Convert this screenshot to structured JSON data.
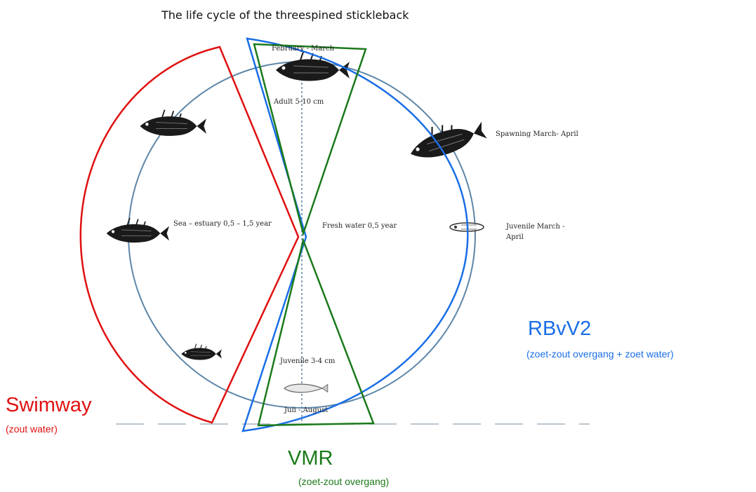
{
  "title": "The life cycle of the threespined stickleback",
  "stages": {
    "top": "February - March",
    "adult": "Adult 5-10 cm",
    "spawning": "Spawning March- April",
    "juvenile_right_1": "Juvenile March -",
    "juvenile_right_2": "April",
    "sea": "Sea – estuary 0,5 – 1,5 year",
    "fresh": "Fresh water 0,5 year",
    "juvenile_bottom": "Juvenile 3-4 cm",
    "bottom": "Juli - August"
  },
  "regions": {
    "swimway": {
      "label": "Swimway",
      "sub": "(zout water)",
      "color": "#e01010"
    },
    "rbvv2": {
      "label": "RBvV2",
      "sub": "(zoet-zout overgang + zoet water)",
      "color": "#1a6ee6"
    },
    "vmr": {
      "label": "VMR",
      "sub": "(zoet-zout overgang)",
      "color": "#1a7a1a"
    }
  },
  "icons": [
    "fish-adult-icon",
    "fish-spawning-icon",
    "fish-larva-icon",
    "fish-juvenile-icon",
    "fish-sea-icon"
  ]
}
